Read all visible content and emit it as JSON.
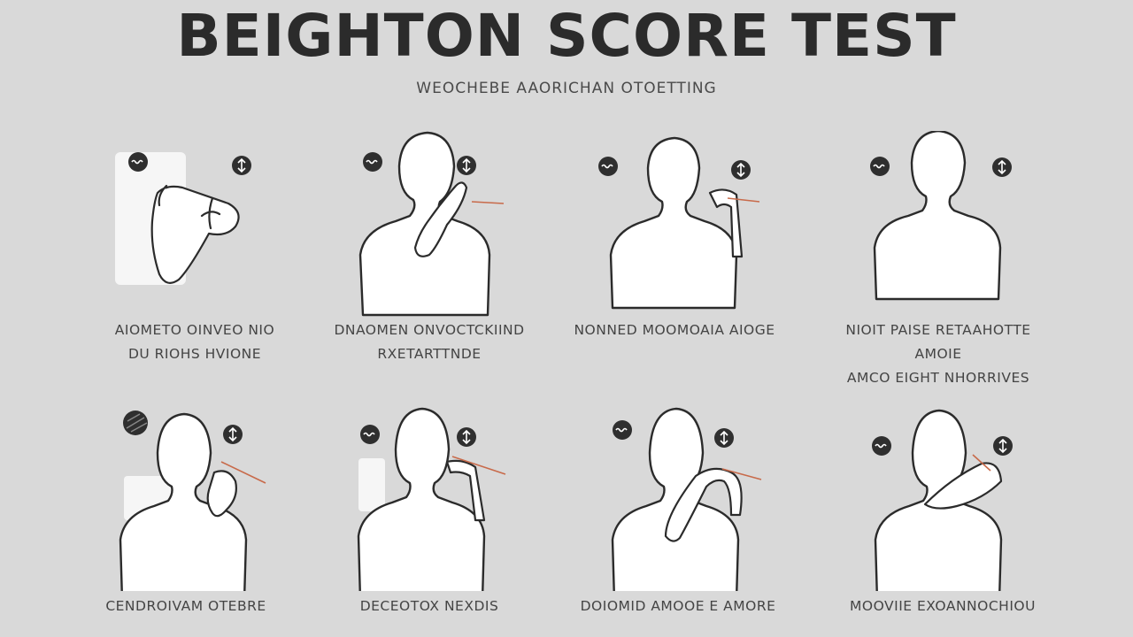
{
  "title": "BEIGHTON SCORE TEST",
  "subtitle": "WEOCHEBE AAORICHAN OTOETTING",
  "cards": [
    {
      "line1": "AIOMETO OINVEO NIO",
      "line2": "DU RIOHS HVIONE"
    },
    {
      "line1": "DNAOMEN ONVOCTCKIIND",
      "line2": "RXETARTTNDE"
    },
    {
      "line1": "NONNED MOOMOAIA AIOGE",
      "line2": ""
    },
    {
      "line1": "NIOIT PAISE RETAAHOTTE AMOIE",
      "line2": "AMCO EIGHT NHORRIVES"
    },
    {
      "line1": "CENDROIVAM OTEBRE",
      "line2": ""
    },
    {
      "line1": "DECEOTOX NEXDIS",
      "line2": ""
    },
    {
      "line1": "DOIOMID AMOOE E AMORE",
      "line2": ""
    },
    {
      "line1": "MOOVIIE EXOANNOCHIOU",
      "line2": ""
    }
  ],
  "icons": {
    "left": "wave-icon",
    "right": "updown-arrow-icon"
  }
}
